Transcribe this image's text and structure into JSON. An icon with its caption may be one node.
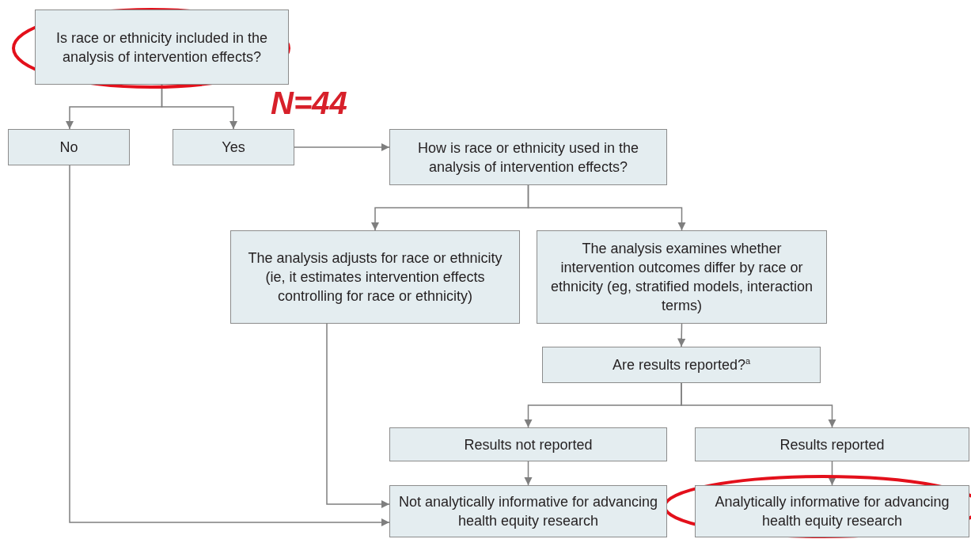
{
  "diagram": {
    "nodes": [
      {
        "text": [
          "Is race or ethnicity included in the analysis of intervention effects?"
        ]
      },
      {
        "text": [
          "No"
        ]
      },
      {
        "text": [
          "Yes"
        ]
      },
      {
        "text": [
          "How is race or ethnicity used in the analysis of intervention effects?"
        ]
      },
      {
        "text": [
          "The analysis adjusts for race or ethnicity (ie, it estimates intervention effects controlling for race or ethnicity)"
        ]
      },
      {
        "text": [
          "The analysis examines whether intervention outcomes differ by race or ethnicity (eg, stratified models, interaction terms)"
        ]
      },
      {
        "text": [
          "Are results reported?$^{a}$"
        ]
      },
      {
        "text": [
          "Results not reported"
        ]
      },
      {
        "text": [
          "Results reported"
        ]
      },
      {
        "text": [
          "Not analytically informative for advancing health equity research"
        ]
      },
      {
        "text": [
          "Analytically informative for advancing health equity research"
        ]
      }
    ],
    "edges": [
      {
        "from": 0,
        "to": 1,
        "arrow": "to"
      },
      {
        "from": 0,
        "to": 2,
        "arrow": "to"
      },
      {
        "from": 2,
        "to": 3,
        "arrow": "to"
      },
      {
        "from": 3,
        "to": 4,
        "arrow": "to"
      },
      {
        "from": 3,
        "to": 5,
        "arrow": "to"
      },
      {
        "from": 5,
        "to": 6,
        "arrow": "to"
      },
      {
        "from": 6,
        "to": 7,
        "arrow": "to"
      },
      {
        "from": 6,
        "to": 8,
        "arrow": "to"
      },
      {
        "from": 7,
        "to": 9,
        "arrow": "to"
      },
      {
        "from": 8,
        "to": 10,
        "arrow": "to"
      },
      {
        "from": 4,
        "to": 9,
        "arrow": "to"
      },
      {
        "from": 1,
        "to": 9,
        "arrow": "to"
      }
    ],
    "labels": [
      "N=44"
    ]
  }
}
